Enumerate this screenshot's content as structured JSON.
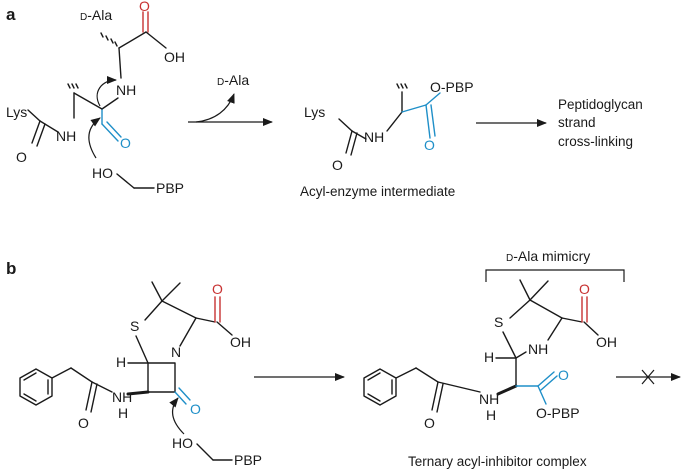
{
  "panel_a": {
    "label": "a",
    "d_prefix": "D",
    "ala_text": "-Ala",
    "oh": "OH",
    "nh": "NH",
    "lys": "Lys",
    "o": "O",
    "ho": "HO",
    "pbp": "PBP",
    "o_pbp": "O-PBP",
    "product": "Acyl-enzyme intermediate",
    "result_line1": "Peptidoglycan",
    "result_line2": "strand",
    "result_line3": "cross-linking"
  },
  "panel_b": {
    "label": "b",
    "s": "S",
    "h": "H",
    "n": "N",
    "nh": "NH",
    "oh": "OH",
    "o": "O",
    "ho": "HO",
    "pbp": "PBP",
    "o_pbp": "O-PBP",
    "mimicry_d": "D",
    "mimicry_text": "-Ala mimicry",
    "product": "Ternary acyl-inhibitor complex"
  },
  "colors": {
    "acid": "#c83232",
    "carbonyl": "#1f8fc8",
    "ink": "#1a1a1a"
  }
}
